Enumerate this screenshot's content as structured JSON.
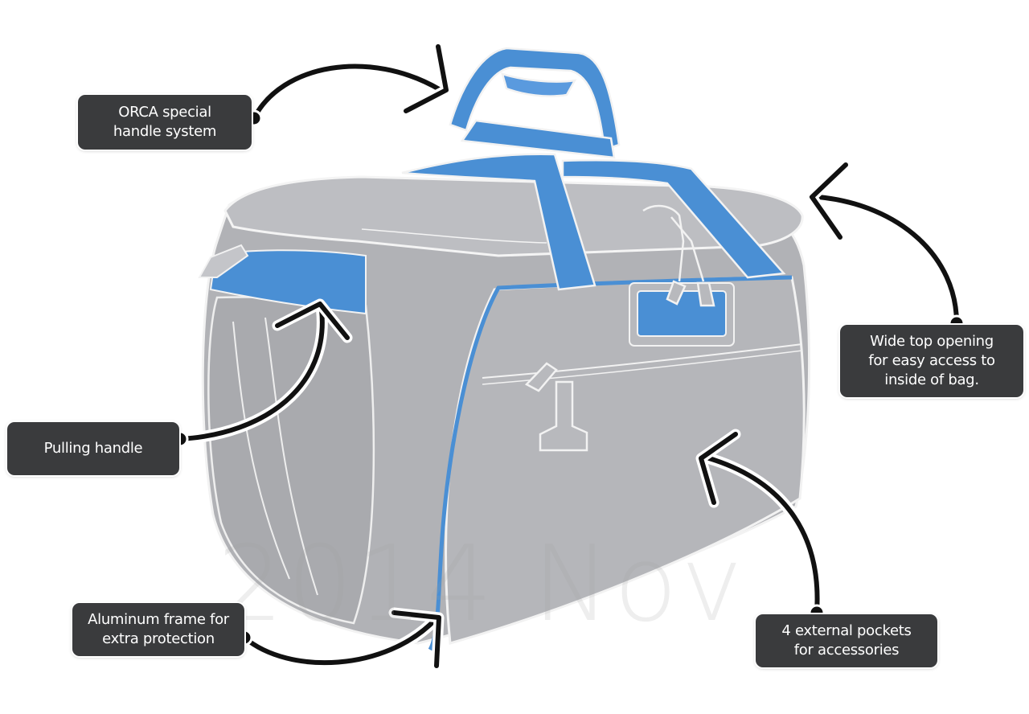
{
  "callouts": {
    "handle_system": {
      "line1": "ORCA special",
      "line2": "handle system"
    },
    "top_opening": {
      "line1": "Wide top opening",
      "line2": "for easy access to",
      "line3": "inside of bag."
    },
    "pulling_handle": {
      "line1": "Pulling handle"
    },
    "aluminum_frame": {
      "line1": "Aluminum frame for",
      "line2": "extra protection"
    },
    "external_pockets": {
      "line1": "4 external pockets",
      "line2": "for accessories"
    }
  },
  "watermark": "2014 Nov",
  "colors": {
    "bag_body": "#b3b4b8",
    "bag_outline": "#f2f2f2",
    "accent_blue": "#4a8fd4",
    "callout_bg": "#3a3b3d",
    "arrow": "#111111"
  }
}
